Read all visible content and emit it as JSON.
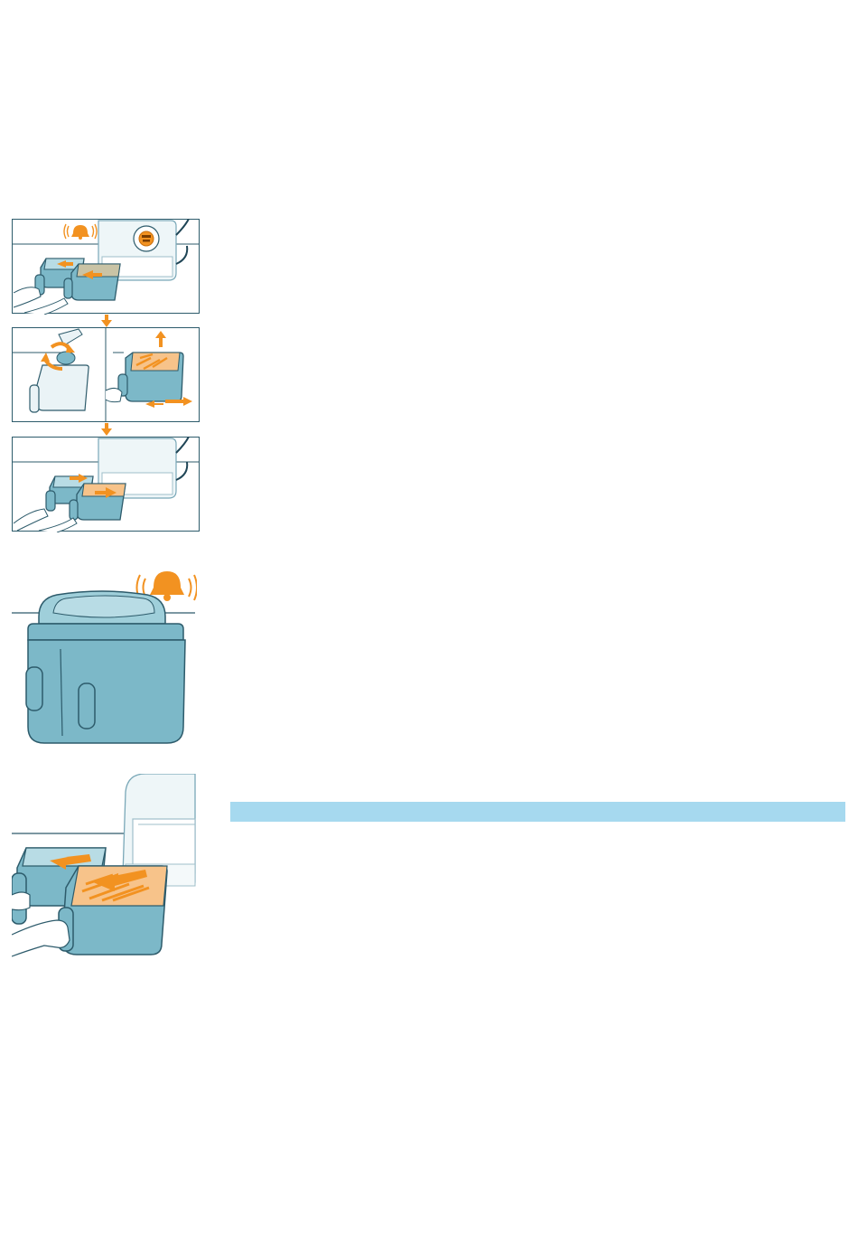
{
  "colors": {
    "appliance_fill": "#7cb8c8",
    "appliance_light": "#9fcfda",
    "appliance_outline": "#2d5b6b",
    "accent_orange": "#f29221",
    "orange_dark": "#c96f0c",
    "info_band": "#a6d9ef",
    "frame_line": "#2d5b6b",
    "cord": "#1f4556"
  },
  "icons": {
    "alarm": "bell-ringing-icon",
    "arrow": "arrow-down-icon",
    "zoom": "magnifier-display-icon"
  },
  "figures": [
    {
      "id": "step-remove-drawers"
    },
    {
      "id": "step-shake-food"
    },
    {
      "id": "step-reinsert-drawers"
    },
    {
      "id": "closed-fryer-alarm"
    },
    {
      "id": "pull-out-drawers"
    }
  ]
}
